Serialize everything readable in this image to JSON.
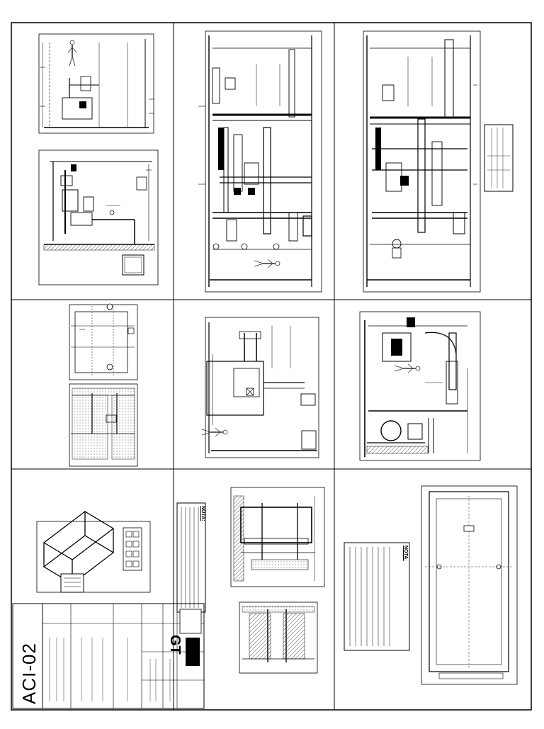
{
  "sheet": {
    "id": "ACI-02",
    "company_logo_text": "GT",
    "note_title": "NOTA:",
    "colors": {
      "line": "#000000",
      "paper": "#ffffff",
      "hatch": "#555555"
    }
  },
  "icons": [
    "human-figure-icon",
    "pump-icon",
    "tank-icon",
    "valve-icon",
    "gauge-icon"
  ]
}
